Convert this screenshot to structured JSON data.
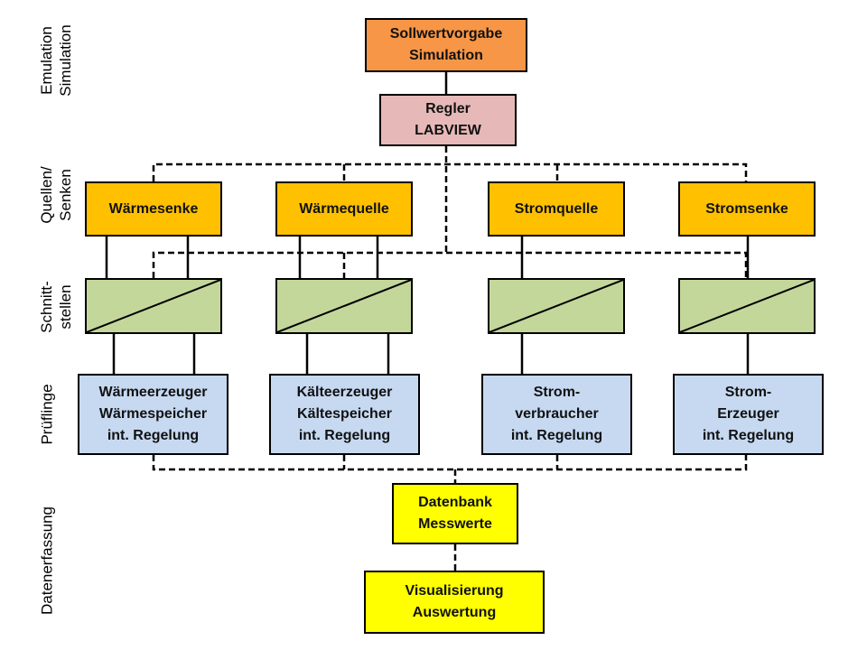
{
  "row_labels": {
    "emulation": [
      "Emulation",
      "Simulation"
    ],
    "sources": [
      "Quellen/",
      "Senken"
    ],
    "interfaces": [
      "Schnitt-",
      "stellen"
    ],
    "dut": [
      "Prüflinge"
    ],
    "data": [
      "Datenerfassung"
    ]
  },
  "boxes": {
    "setpoint": [
      "Sollwertvorgabe",
      "Simulation"
    ],
    "controller": [
      "Regler",
      "LABVIEW"
    ],
    "heat_sink": [
      "Wärmesenke"
    ],
    "heat_source": [
      "Wärmequelle"
    ],
    "power_source": [
      "Stromquelle"
    ],
    "power_sink": [
      "Stromsenke"
    ],
    "heat_generator": [
      "Wärmeerzeuger",
      "Wärmespeicher",
      "int. Regelung"
    ],
    "cold_generator": [
      "Kälteerzeuger",
      "Kältespeicher",
      "int. Regelung"
    ],
    "power_consumer": [
      "Strom-",
      "verbraucher",
      "int. Regelung"
    ],
    "power_generator": [
      "Strom-",
      "Erzeuger",
      "int. Regelung"
    ],
    "database": [
      "Datenbank",
      "Messwerte"
    ],
    "visualization": [
      "Visualisierung",
      "Auswertung"
    ]
  },
  "colors": {
    "setpoint": "#f79646",
    "controller": "#e6b9b8",
    "sources": "#ffc000",
    "interfaces": "#c4d79b",
    "dut": "#c6d9f1",
    "data": "#ffff00"
  }
}
